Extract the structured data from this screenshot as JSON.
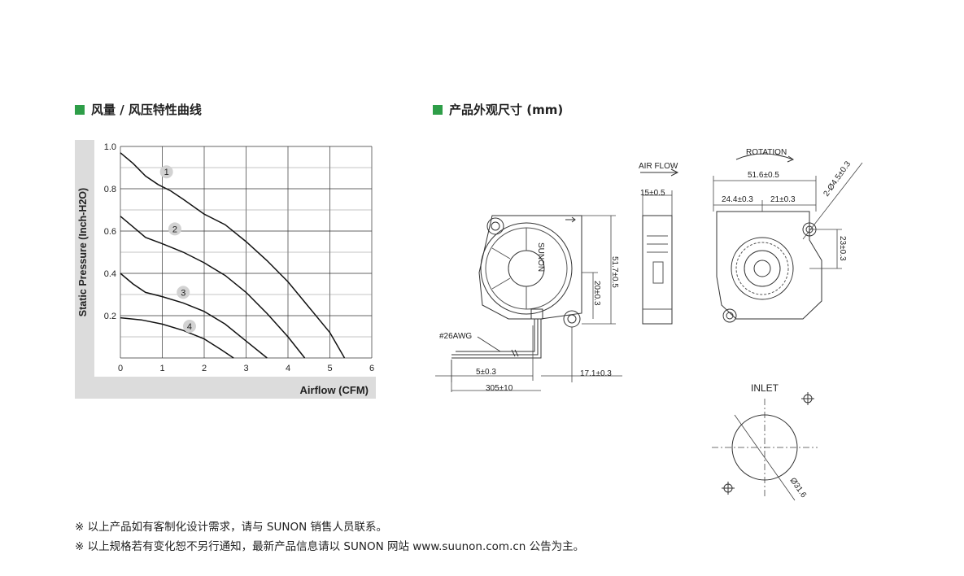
{
  "left_section_title": "风量 / 风压特性曲线",
  "right_section_title": "产品外观尺寸 (mm)",
  "accent_color": "#2e9e48",
  "chart_data": {
    "type": "line",
    "title": "",
    "xlabel": "Airflow (CFM)",
    "ylabel": "Static Pressure (Inch-H2O)",
    "xlim": [
      0,
      6
    ],
    "ylim": [
      0,
      1.0
    ],
    "x_ticks": [
      "0",
      "1",
      "2",
      "3",
      "4",
      "5",
      "6"
    ],
    "y_ticks": [
      "0.2",
      "0.4",
      "0.6",
      "0.8",
      "1.0"
    ],
    "grid": true,
    "series": [
      {
        "label": "1",
        "label_at": [
          1.1,
          0.88
        ],
        "points": [
          [
            0,
            0.97
          ],
          [
            0.3,
            0.92
          ],
          [
            0.6,
            0.86
          ],
          [
            0.9,
            0.82
          ],
          [
            1.2,
            0.79
          ],
          [
            1.5,
            0.75
          ],
          [
            2.0,
            0.68
          ],
          [
            2.5,
            0.63
          ],
          [
            3.0,
            0.55
          ],
          [
            3.5,
            0.46
          ],
          [
            4.0,
            0.36
          ],
          [
            4.5,
            0.24
          ],
          [
            5.0,
            0.12
          ],
          [
            5.35,
            0.0
          ]
        ]
      },
      {
        "label": "2",
        "label_at": [
          1.3,
          0.61
        ],
        "points": [
          [
            0,
            0.67
          ],
          [
            0.3,
            0.62
          ],
          [
            0.6,
            0.57
          ],
          [
            1.0,
            0.54
          ],
          [
            1.5,
            0.5
          ],
          [
            2.0,
            0.45
          ],
          [
            2.5,
            0.39
          ],
          [
            3.0,
            0.31
          ],
          [
            3.5,
            0.21
          ],
          [
            4.0,
            0.1
          ],
          [
            4.4,
            0.0
          ]
        ]
      },
      {
        "label": "3",
        "label_at": [
          1.5,
          0.31
        ],
        "points": [
          [
            0,
            0.4
          ],
          [
            0.3,
            0.35
          ],
          [
            0.6,
            0.31
          ],
          [
            1.0,
            0.29
          ],
          [
            1.5,
            0.26
          ],
          [
            2.0,
            0.22
          ],
          [
            2.5,
            0.16
          ],
          [
            3.0,
            0.08
          ],
          [
            3.5,
            0.0
          ]
        ]
      },
      {
        "label": "4",
        "label_at": [
          1.65,
          0.15
        ],
        "points": [
          [
            0,
            0.19
          ],
          [
            0.5,
            0.18
          ],
          [
            1.0,
            0.16
          ],
          [
            1.5,
            0.13
          ],
          [
            2.0,
            0.09
          ],
          [
            2.4,
            0.04
          ],
          [
            2.7,
            0.0
          ]
        ]
      }
    ]
  },
  "drawing": {
    "brand": "SUNON",
    "air_flow": "AIR FLOW",
    "rotation": "ROTATION",
    "inlet": "INLET",
    "wire_gauge": "#26AWG",
    "dims": {
      "width": "51.6±0.5",
      "hole": "2-Ø4.5±0.3",
      "left_offset": "24.4±0.3",
      "right_offset": "21±0.3",
      "hole_vertical": "23±0.3",
      "depth": "15±0.5",
      "height": "51.7±0.5",
      "outlet": "20±0.3",
      "wire_strip": "5±0.3",
      "wire_length": "305±10",
      "bottom_offset": "17.1±0.3",
      "inlet_dia": "Ø31.6"
    }
  },
  "notes": [
    "※ 以上产品如有客制化设计需求，请与 SUNON 销售人员联系。",
    "※ 以上规格若有变化恕不另行通知，最新产品信息请以 SUNON 网站 www.suunon.com.cn 公告为主。"
  ]
}
